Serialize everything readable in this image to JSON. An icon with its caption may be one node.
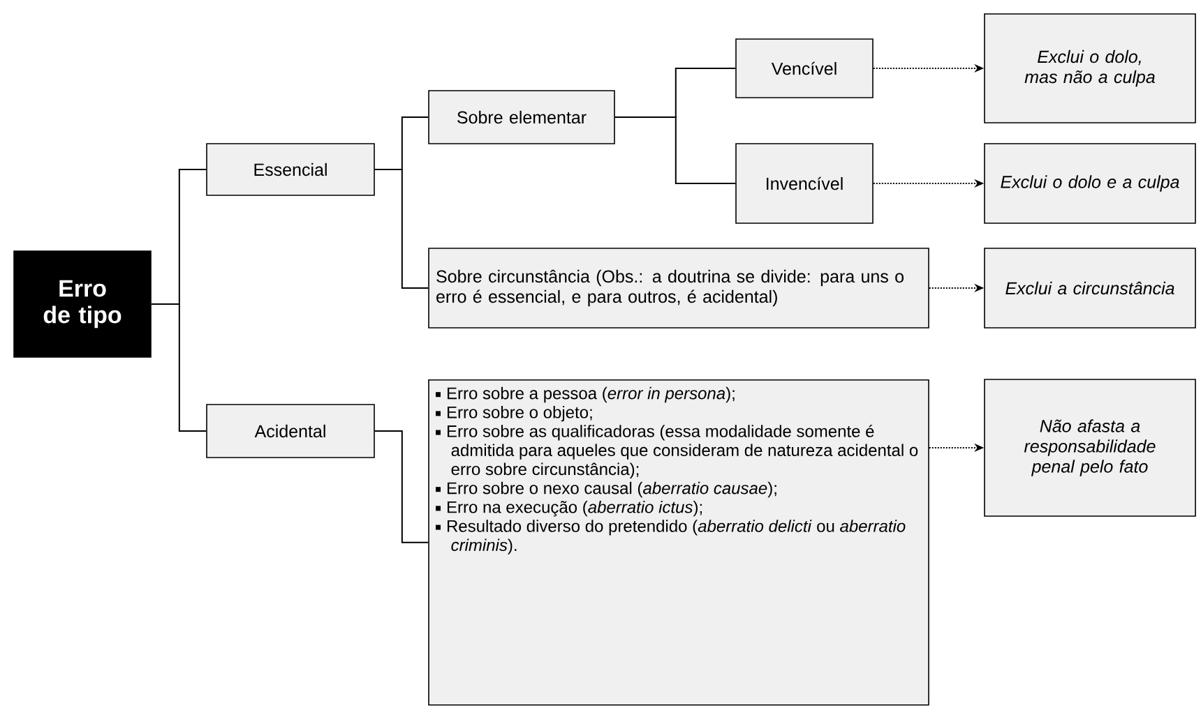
{
  "diagram": {
    "nodes": [
      {
        "text": [
          "Erro de tipo"
        ]
      },
      {
        "text": [
          "Essencial"
        ]
      },
      {
        "text": [
          "Acidental"
        ]
      },
      {
        "text": [
          "Sobre elementar"
        ]
      },
      {
        "text": [
          "Vencível"
        ]
      },
      {
        "text": [
          "Invencível"
        ]
      },
      {
        "text": [
          "Sobre circunstância (Obs.: a doutrina se divide: para uns o erro é essencial, e para outros, é acidental)"
        ]
      },
      {
        "text": [
          "Erro sobre a pessoa (*error in persona*);",
          "Erro sobre o objeto;",
          "Erro sobre as qualificadoras (essa modalidade somente é admitida para aqueles que consideram de natureza acidental o erro sobre circunstância);",
          "Erro sobre o nexo causal (*aberratio causae*);",
          "Erro na execução (*aberratio ictus*);",
          "Resultado diverso do pretendido (*aberratio delicti* ou *aberratio criminis*)."
        ]
      },
      {
        "text": [
          "Exclui o dolo, mas não a culpa"
        ]
      },
      {
        "text": [
          "Exclui o dolo e a culpa"
        ]
      },
      {
        "text": [
          "Exclui a circunstância"
        ]
      },
      {
        "text": [
          "Não afasta a responsabilidade penal pelo fato"
        ]
      }
    ],
    "edges": [
      {
        "from": 0,
        "to": 1,
        "arrow": "none"
      },
      {
        "from": 0,
        "to": 2,
        "arrow": "none"
      },
      {
        "from": 1,
        "to": 3,
        "arrow": "none"
      },
      {
        "from": 1,
        "to": 6,
        "arrow": "none"
      },
      {
        "from": 3,
        "to": 4,
        "arrow": "none"
      },
      {
        "from": 3,
        "to": 5,
        "arrow": "none"
      },
      {
        "from": 2,
        "to": 7,
        "arrow": "none"
      },
      {
        "from": 4,
        "to": 8,
        "arrow": "to",
        "style": "dashed"
      },
      {
        "from": 5,
        "to": 9,
        "arrow": "to",
        "style": "dashed"
      },
      {
        "from": 6,
        "to": 10,
        "arrow": "to",
        "style": "dashed"
      },
      {
        "from": 7,
        "to": 11,
        "arrow": "to",
        "style": "dashed"
      }
    ]
  }
}
